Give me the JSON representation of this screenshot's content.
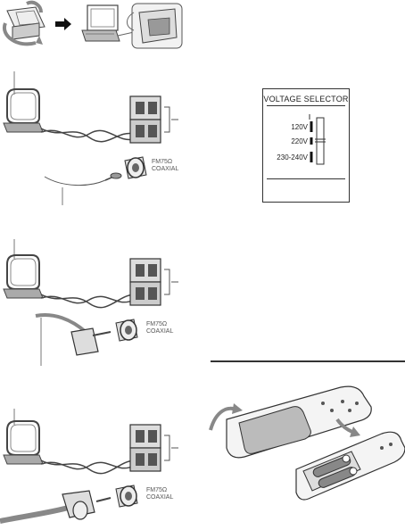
{
  "voltage_selector": {
    "title": "VOLTAGE SELECTOR",
    "options": [
      "120V",
      "220V",
      "230-240V"
    ]
  },
  "connector_labels": {
    "section1": [
      "FM75Ω",
      "COAXIAL"
    ],
    "section2": [
      "FM75Ω",
      "COAXIAL"
    ],
    "section3": [
      "FM75Ω",
      "COAXIAL"
    ]
  }
}
